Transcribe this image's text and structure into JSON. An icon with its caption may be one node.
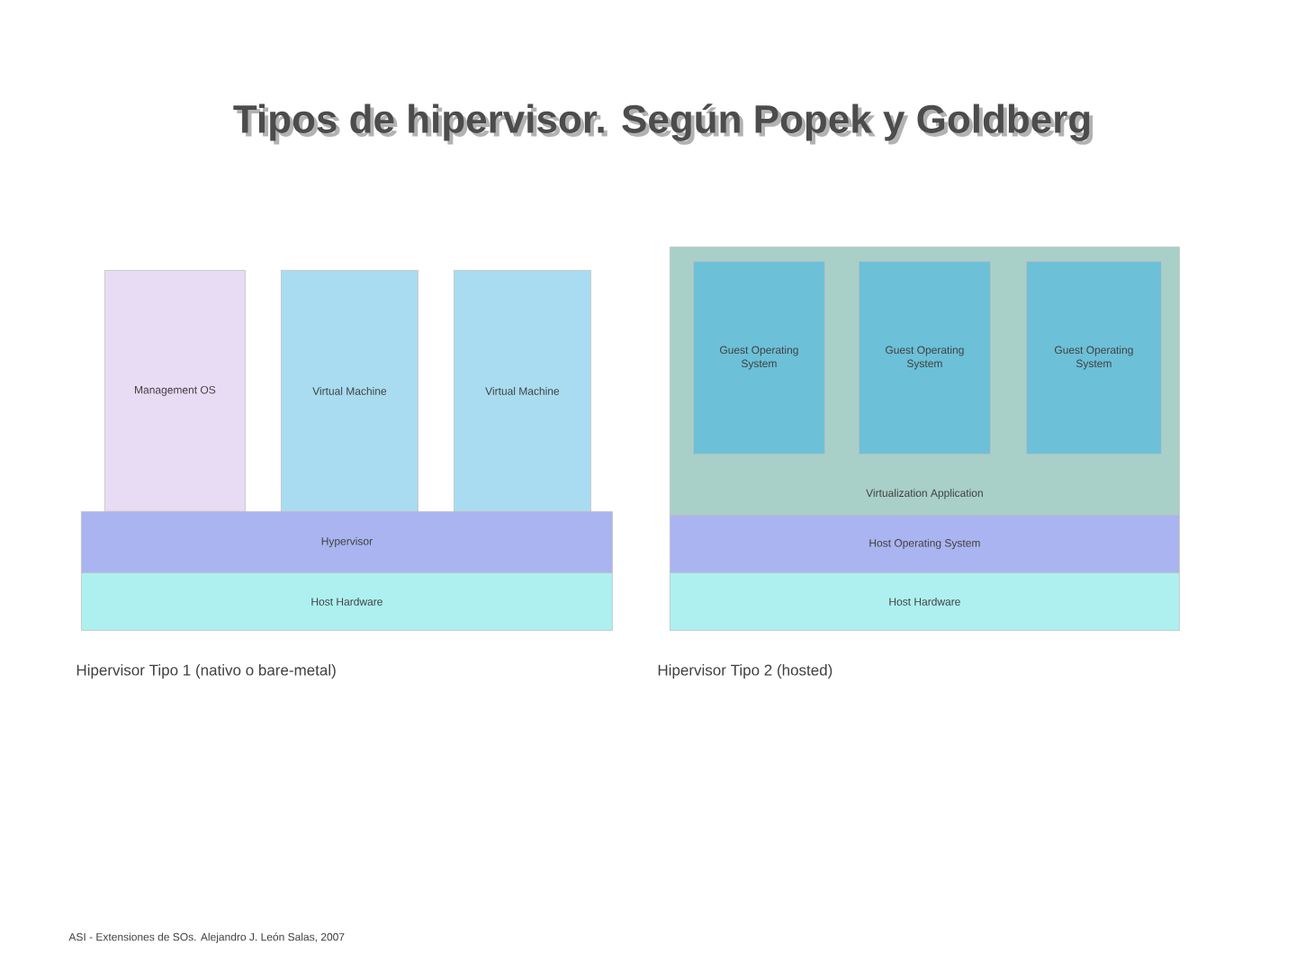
{
  "diagram": {
    "title": "Tipos de hipervisor. Según Popek y Goldberg",
    "nodes": [
      {
        "text": [
          "Management OS"
        ]
      },
      {
        "text": [
          "Virtual Machine"
        ]
      },
      {
        "text": [
          "Virtual Machine"
        ]
      },
      {
        "text": [
          "Hypervisor"
        ]
      },
      {
        "text": [
          "Host Hardware"
        ]
      },
      {
        "text": [
          "Virtualization Application"
        ]
      },
      {
        "text": [
          "Guest Operating System"
        ],
        "in": 5
      },
      {
        "text": [
          "Guest Operating System"
        ],
        "in": 5
      },
      {
        "text": [
          "Guest Operating System"
        ],
        "in": 5
      },
      {
        "text": [
          "Host Operating System"
        ]
      },
      {
        "text": [
          "Host Hardware"
        ]
      }
    ],
    "edges": [],
    "labels": [
      "Hipervisor Tipo 1 (nativo o bare-metal)",
      "Hipervisor Tipo 2 (hosted)",
      "ASI - Extensiones de SOs. Alejandro J. León Salas, 2007"
    ]
  }
}
